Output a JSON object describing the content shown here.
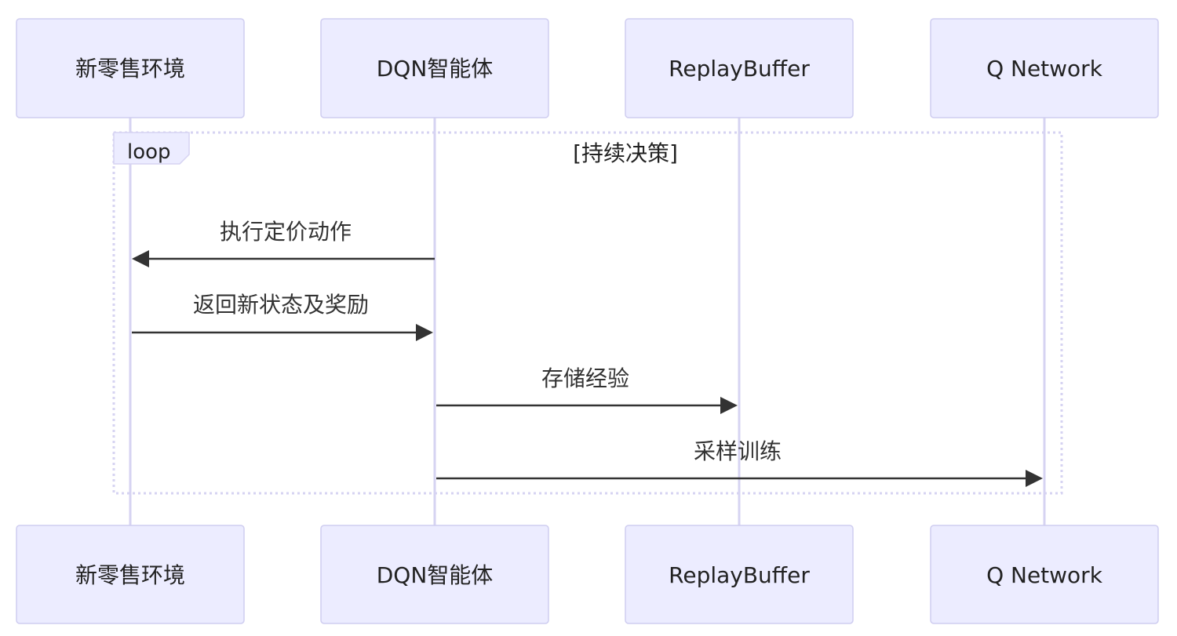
{
  "participants": [
    {
      "id": "env",
      "label": "新零售环境"
    },
    {
      "id": "agent",
      "label": "DQN智能体"
    },
    {
      "id": "buffer",
      "label": "ReplayBuffer"
    },
    {
      "id": "qnet",
      "label": "Q Network"
    }
  ],
  "loop": {
    "label": "loop",
    "condition": "[持续决策]"
  },
  "messages": [
    {
      "from": "agent",
      "to": "env",
      "text": "执行定价动作"
    },
    {
      "from": "env",
      "to": "agent",
      "text": "返回新状态及奖励"
    },
    {
      "from": "agent",
      "to": "buffer",
      "text": "存储经验"
    },
    {
      "from": "agent",
      "to": "qnet",
      "text": "采样训练"
    }
  ],
  "colors": {
    "actor_fill": "#ececff",
    "actor_border": "#cfcdf0",
    "lifeline": "#d6d3f2",
    "message": "#333333"
  }
}
